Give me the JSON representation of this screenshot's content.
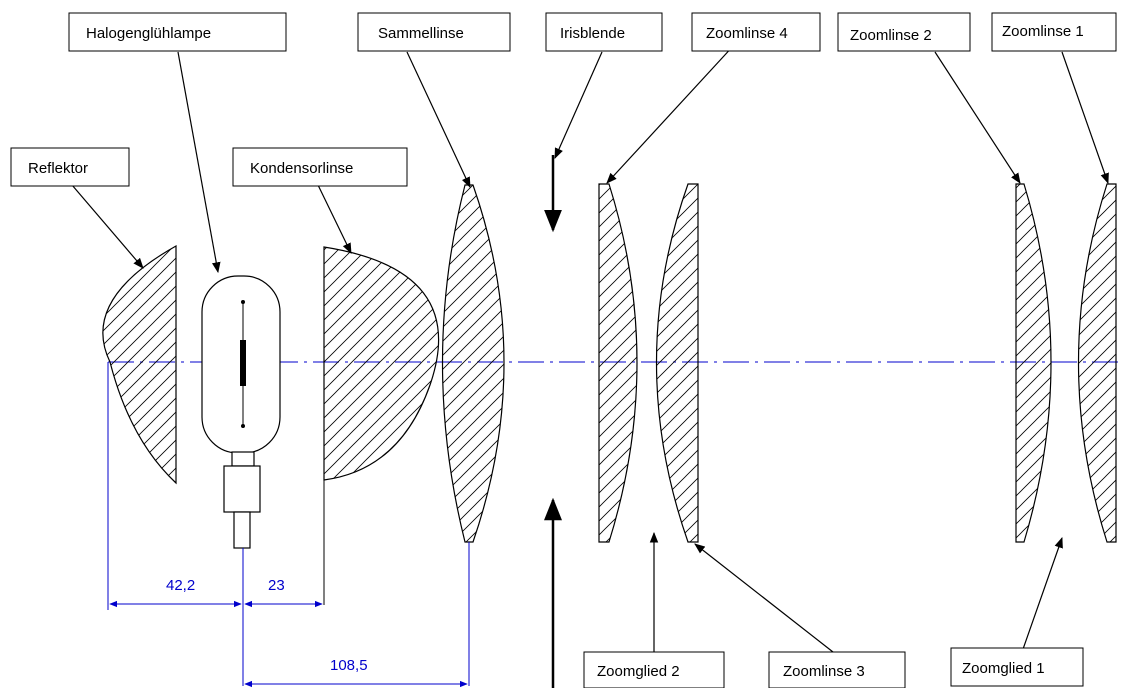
{
  "labels": {
    "reflektor": "Reflektor",
    "halogen": "Halogenglühlampe",
    "kondensor": "Kondensorlinse",
    "sammel": "Sammellinse",
    "iris": "Irisblende",
    "zoomlinse4": "Zoomlinse 4",
    "zoomlinse2": "Zoomlinse 2",
    "zoomlinse1": "Zoomlinse 1",
    "zoomglied2": "Zoomglied 2",
    "zoomlinse3": "Zoomlinse 3",
    "zoomglied1": "Zoomglied 1"
  },
  "dimensions": {
    "d1": "42,2",
    "d2": "23",
    "d3": "108,5"
  },
  "colors": {
    "outline": "#000000",
    "dimension": "#0000cc",
    "hatch": "#000000"
  }
}
